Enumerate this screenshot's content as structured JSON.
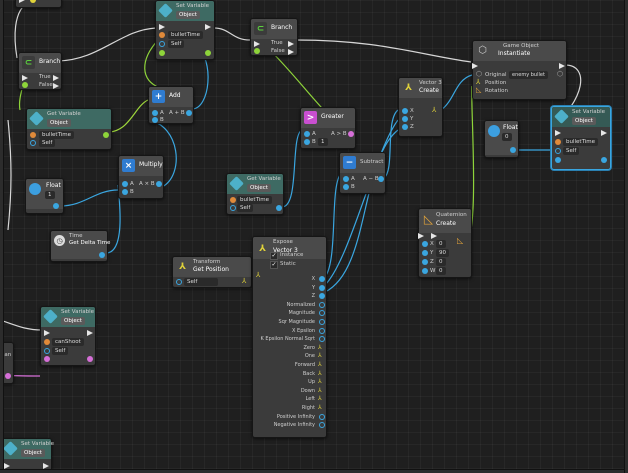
{
  "nodes": {
    "set_var_top": {
      "title": "Set Variable",
      "kind": "Object",
      "name": "bulletTime",
      "target": "Self"
    },
    "branch_top": {
      "title": "Branch",
      "true": "True",
      "false": "False"
    },
    "branch_left": {
      "title": "Branch",
      "true": "True",
      "false": "False"
    },
    "get_var": {
      "title": "Get Variable",
      "kind": "Object",
      "name": "bulletTime",
      "target": "Self"
    },
    "add": {
      "title": "Add",
      "op": "A + B",
      "a": "A",
      "b": "B"
    },
    "multiply": {
      "title": "Multiply",
      "op": "A × B",
      "a": "A",
      "b": "B"
    },
    "float_left": {
      "title": "Float",
      "value": "1"
    },
    "time": {
      "title": "Time",
      "sub": "Get Delta Time"
    },
    "get_var2": {
      "title": "Get Variable",
      "kind": "Object",
      "name": "bulletTime",
      "target": "Self"
    },
    "greater": {
      "title": "Greater",
      "op": "A > B",
      "a": "A",
      "b": "B",
      "b_value": "1"
    },
    "subtract": {
      "title": "Subtract",
      "op": "A − B",
      "a": "A",
      "b": "B"
    },
    "vector3": {
      "title": "Vector 3",
      "sub": "Create",
      "x": "X",
      "y": "Y",
      "z": "Z"
    },
    "instantiate": {
      "title": "Game Object",
      "sub": "Instantiate",
      "original": "Original",
      "original_value": "enemy bullet",
      "position": "Position",
      "rotation": "Rotation"
    },
    "float_right": {
      "title": "Float",
      "value": "0"
    },
    "set_var_right": {
      "title": "Set Variable",
      "kind": "Object",
      "name": "bulletTime",
      "target": "Self"
    },
    "quaternion": {
      "title": "Quaternion",
      "sub": "Create",
      "fields": [
        {
          "k": "X",
          "v": "0"
        },
        {
          "k": "Y",
          "v": "90"
        },
        {
          "k": "Z",
          "v": "0"
        },
        {
          "k": "W",
          "v": "0"
        }
      ]
    },
    "transform": {
      "title": "Transform",
      "sub": "Get Position",
      "target": "Self"
    },
    "expose": {
      "title": "Expose",
      "sub": "Vector 3",
      "instance": "Instance",
      "static": "Static",
      "outputs": [
        "X",
        "Y",
        "Z",
        "Normalized",
        "Magnitude",
        "Sqr Magnitude",
        "X Epsilon",
        "K Epsilon Normal Sqrt",
        "Zero",
        "One",
        "Forward",
        "Back",
        "Up",
        "Down",
        "Left",
        "Right",
        "Positive Infinity",
        "Negative Infinity"
      ]
    },
    "set_var_mid": {
      "title": "Set Variable",
      "kind": "Object",
      "name": "canShoot",
      "target": "Self"
    },
    "set_var_bottom": {
      "title": "Set Variable",
      "kind": "Object"
    },
    "partial_left": {
      "label": "ean"
    }
  },
  "colors": {
    "flow": "#e6e6e6",
    "bool": "#8ed43a",
    "float": "#3aa6e0",
    "selection": "#3aa6e0"
  }
}
